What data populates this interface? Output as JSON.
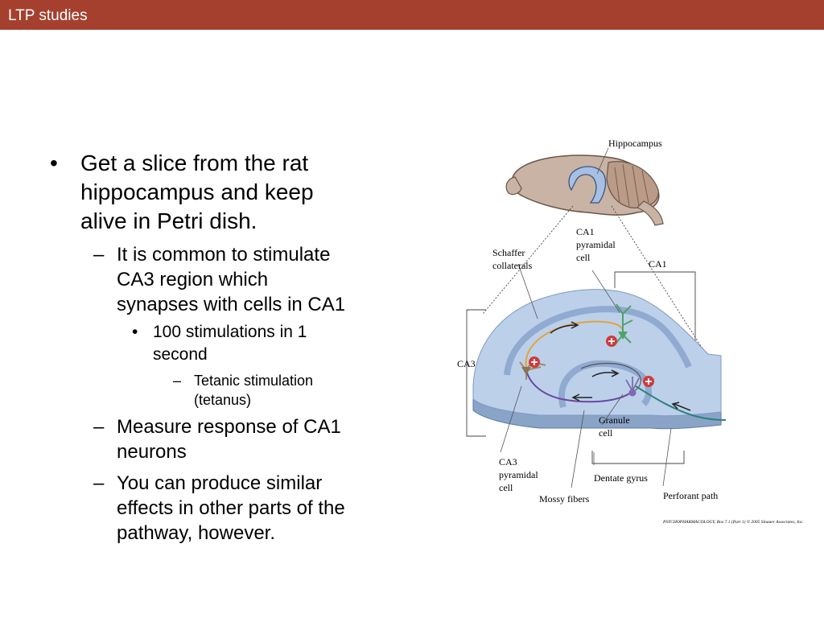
{
  "slide": {
    "title": "LTP studies"
  },
  "content": {
    "bullet1": "Get a slice from the rat hippocampus and keep alive in Petri dish.",
    "bullet1_lines": [
      "Get a slice from the rat",
      "hippocampus and keep",
      "alive in Petri dish."
    ],
    "sub1_lines": [
      "It is common to stimulate",
      "CA3 region which",
      "synapses with cells in CA1"
    ],
    "subsub1_lines": [
      "100 stimulations in 1",
      "second"
    ],
    "subsubsub1_lines": [
      "Tetanic stimulation",
      "(tetanus)"
    ],
    "sub2_lines": [
      "Measure response of CA1",
      "neurons"
    ],
    "sub3_lines": [
      "You can produce similar",
      "effects in other parts of the",
      "pathway, however."
    ],
    "marks": {
      "bullet": "•",
      "dash": "–"
    }
  },
  "figure": {
    "labels": {
      "hippocampus": "Hippocampus",
      "ca1_pyramidal_1": "CA1",
      "ca1_pyramidal_2": "pyramidal",
      "ca1_pyramidal_3": "cell",
      "schaffer_1": "Schaffer",
      "schaffer_2": "collaterals",
      "ca1": "CA1",
      "ca3": "CA3",
      "granule_1": "Granule",
      "granule_2": "cell",
      "ca3_pyramidal_1": "CA3",
      "ca3_pyramidal_2": "pyramidal",
      "ca3_pyramidal_3": "cell",
      "dentate_gyrus": "Dentate gyrus",
      "mossy_fibers": "Mossy fibers",
      "perforant_path": "Perforant path",
      "credit": "PSYCHOPHARMACOLOGY, Box 7.1 (Part 1)  © 2005 Sinauer Associates, Inc."
    },
    "colors": {
      "slice_fill": "#bcd0ea",
      "slice_edge": "#8aa4c8",
      "schaffer_axon": "#e2a33c",
      "mossy_axon": "#6a4aa0",
      "perforant_axon": "#2f7f80",
      "ca1_neuron": "#4fa36a",
      "plus_badge": "#d03a3a",
      "brain_fill": "#c9b3a4",
      "hippocampus_fill": "#a8bfe4"
    }
  }
}
